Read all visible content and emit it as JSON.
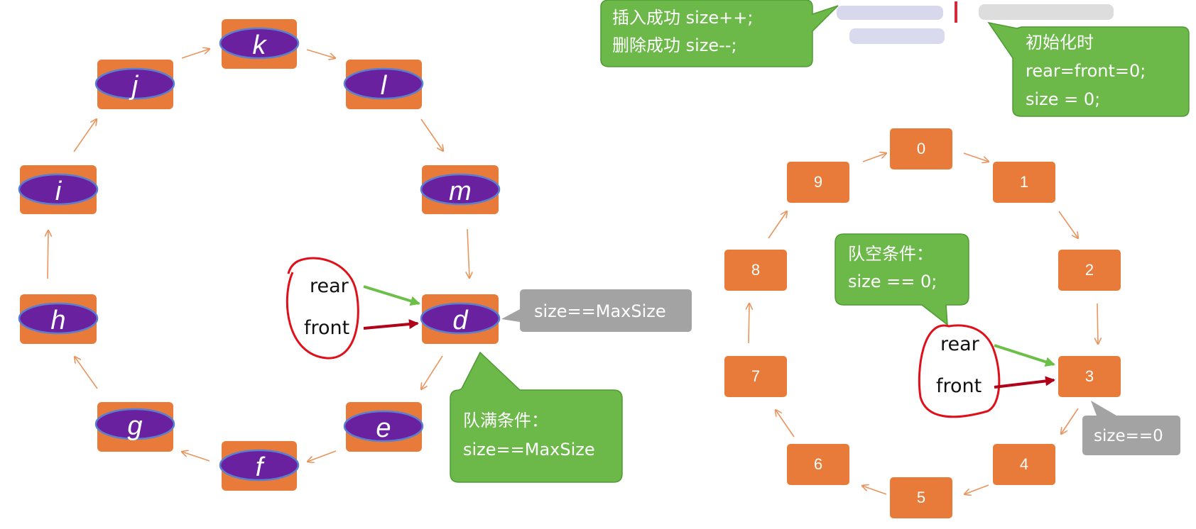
{
  "full_queue": {
    "nodes": [
      {
        "id": "k",
        "label": "k"
      },
      {
        "id": "l",
        "label": "l"
      },
      {
        "id": "m",
        "label": "m"
      },
      {
        "id": "d",
        "label": "d"
      },
      {
        "id": "e",
        "label": "e"
      },
      {
        "id": "f",
        "label": "f"
      },
      {
        "id": "g",
        "label": "g"
      },
      {
        "id": "h",
        "label": "h"
      },
      {
        "id": "i",
        "label": "i"
      },
      {
        "id": "j",
        "label": "j"
      }
    ],
    "pointer_rear": "rear",
    "pointer_front": "front",
    "gray_note": "size==MaxSize",
    "green_note": {
      "line1": "队满条件：",
      "line2": "size==MaxSize"
    }
  },
  "empty_queue": {
    "nodes": [
      {
        "id": "0",
        "label": "0"
      },
      {
        "id": "1",
        "label": "1"
      },
      {
        "id": "2",
        "label": "2"
      },
      {
        "id": "3",
        "label": "3"
      },
      {
        "id": "4",
        "label": "4"
      },
      {
        "id": "5",
        "label": "5"
      },
      {
        "id": "6",
        "label": "6"
      },
      {
        "id": "7",
        "label": "7"
      },
      {
        "id": "8",
        "label": "8"
      },
      {
        "id": "9",
        "label": "9"
      }
    ],
    "pointer_rear": "rear",
    "pointer_front": "front",
    "gray_note": "size==0",
    "green_note": {
      "line1": "队空条件：",
      "line2": "size == 0;"
    }
  },
  "top_notes": {
    "insert_delete": {
      "line1": "插入成功 size++;",
      "line2": "删除成功 size--;"
    },
    "init": {
      "line1": "初始化时",
      "line2": "rear=front=0;",
      "line3": "size = 0;"
    }
  },
  "colors": {
    "node_fill": "#e87b39",
    "oval_fill": "#6a21a0",
    "green_callout": "#6cb94a",
    "gray_callout": "#a3a3a3",
    "rear_arrow": "#6cc04a",
    "front_arrow": "#b0001a",
    "annotation_circle": "#e0101a"
  }
}
